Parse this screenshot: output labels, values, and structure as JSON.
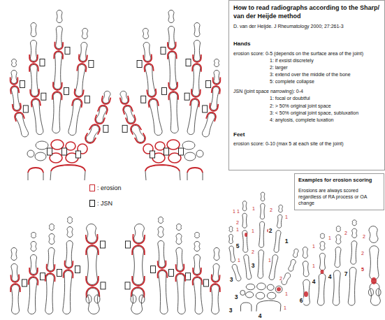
{
  "diagram": {
    "nodes": [
      {
        "text": [
          "How to read radiographs according to the Sharp/ van der Heijde method",
          "D. van der Heijde. J Rheumatology 2000; 27:261-3",
          "Hands",
          "erosion score: 0-5 (depends on the surface area of the joint)",
          "1: if exsist discretely",
          "2: larger",
          "3: extend over the middle of the bone",
          "5: complete collapse",
          "JSN (joint space narrowing): 0-4",
          "1: focal or doubtful",
          "2: > 50% original joint space",
          "3: < 50% original joint space, subluxation",
          "4: anylosis, complete luxation",
          "Feet",
          "erosion score: 0-10 (max 5 at each site of the joint)"
        ]
      },
      {
        "text": [
          "Examples for erosion scoring",
          "Erosions are always scored regardless of RA process or OA change"
        ]
      }
    ],
    "labels": [
      "1",
      "1",
      "2",
      "1",
      "5",
      "1",
      "2",
      "2",
      "1",
      "1",
      "1",
      "1",
      "2",
      "3",
      "1",
      "3",
      "2",
      "3",
      "1",
      "4",
      "3",
      "1",
      "1",
      "1",
      "2",
      "2",
      "1",
      "4",
      "4",
      "7",
      "5",
      "2",
      "6"
    ],
    "legend": [
      {
        "text": ": erosion"
      },
      {
        "text": ": JSN"
      }
    ]
  }
}
